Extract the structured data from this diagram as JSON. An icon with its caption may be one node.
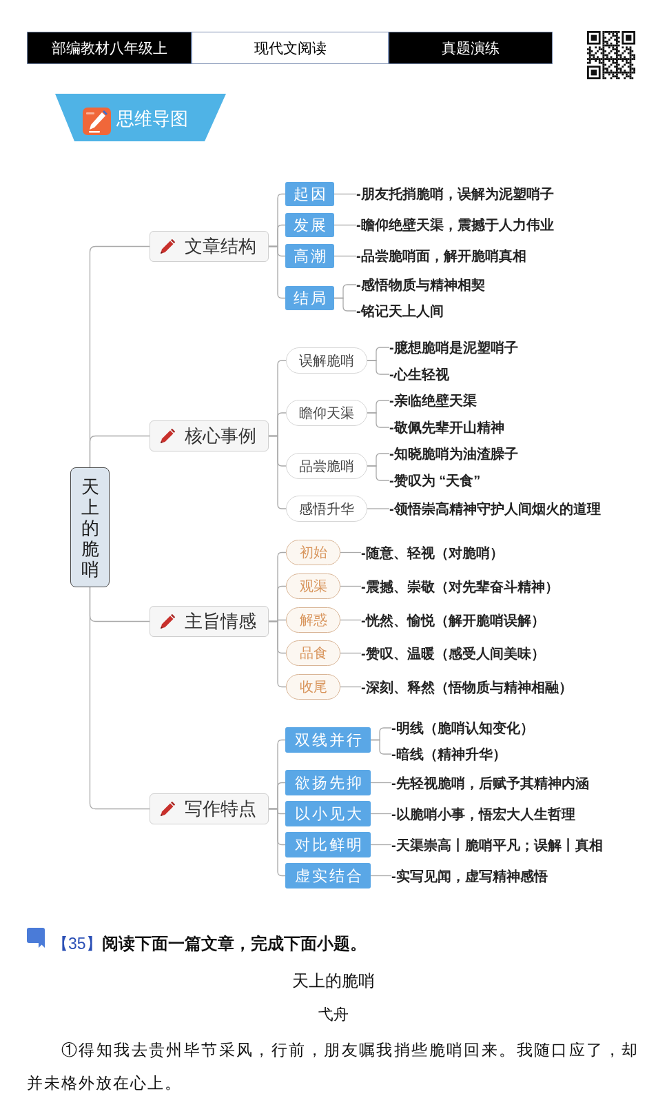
{
  "diagram": {
    "title": "思维导图",
    "nodes": [
      {
        "text": [
          "部编教材八年级上"
        ]
      },
      {
        "text": [
          "现代文阅读"
        ]
      },
      {
        "text": [
          "真题演练"
        ]
      },
      {
        "text": [
          "天上的脆哨"
        ]
      },
      {
        "text": [
          "文章结构"
        ]
      },
      {
        "text": [
          "起因"
        ]
      },
      {
        "text": [
          "-朋友托捎脆哨，误解为泥塑哨子"
        ]
      },
      {
        "text": [
          "发展"
        ]
      },
      {
        "text": [
          "-瞻仰绝壁天渠，震撼于人力伟业"
        ]
      },
      {
        "text": [
          "高潮"
        ]
      },
      {
        "text": [
          "-品尝脆哨面，解开脆哨真相"
        ]
      },
      {
        "text": [
          "结局"
        ]
      },
      {
        "text": [
          "-感悟物质与精神相契"
        ]
      },
      {
        "text": [
          "-铭记天上人间"
        ]
      },
      {
        "text": [
          "核心事例"
        ]
      },
      {
        "text": [
          "误解脆哨"
        ]
      },
      {
        "text": [
          "-臆想脆哨是泥塑哨子"
        ]
      },
      {
        "text": [
          "-心生轻视"
        ]
      },
      {
        "text": [
          "瞻仰天渠"
        ]
      },
      {
        "text": [
          "-亲临绝壁天渠"
        ]
      },
      {
        "text": [
          "-敬佩先辈开山精神"
        ]
      },
      {
        "text": [
          "品尝脆哨"
        ]
      },
      {
        "text": [
          "-知晓脆哨为油渣臊子"
        ]
      },
      {
        "text": [
          "-赞叹为 “天食”"
        ]
      },
      {
        "text": [
          "感悟升华"
        ]
      },
      {
        "text": [
          "-领悟崇高精神守护人间烟火的道理"
        ]
      },
      {
        "text": [
          "主旨情感"
        ]
      },
      {
        "text": [
          "初始"
        ]
      },
      {
        "text": [
          "-随意、轻视（对脆哨）"
        ]
      },
      {
        "text": [
          "观渠"
        ]
      },
      {
        "text": [
          "-震撼、崇敬（对先辈奋斗精神）"
        ]
      },
      {
        "text": [
          "解惑"
        ]
      },
      {
        "text": [
          "-恍然、愉悦（解开脆哨误解）"
        ]
      },
      {
        "text": [
          "品食"
        ]
      },
      {
        "text": [
          "-赞叹、温暖（感受人间美味）"
        ]
      },
      {
        "text": [
          "收尾"
        ]
      },
      {
        "text": [
          "-深刻、释然（悟物质与精神相融）"
        ]
      },
      {
        "text": [
          "写作特点"
        ]
      },
      {
        "text": [
          "双线并行"
        ]
      },
      {
        "text": [
          "-明线（脆哨认知变化）"
        ]
      },
      {
        "text": [
          "-暗线（精神升华）"
        ]
      },
      {
        "text": [
          "欲扬先抑"
        ]
      },
      {
        "text": [
          "-先轻视脆哨，后赋予其精神内涵"
        ]
      },
      {
        "text": [
          "以小见大"
        ]
      },
      {
        "text": [
          "-以脆哨小事，悟宏大人生哲理"
        ]
      },
      {
        "text": [
          "对比鲜明"
        ]
      },
      {
        "text": [
          "-天渠崇高丨脆哨平凡；误解丨真相"
        ]
      },
      {
        "text": [
          "虚实结合"
        ]
      },
      {
        "text": [
          "-实写见闻，虚写精神感悟"
        ]
      }
    ],
    "edges": [
      {
        "from": 3,
        "to": 4,
        "arrow": "none"
      },
      {
        "from": 3,
        "to": 14,
        "arrow": "none"
      },
      {
        "from": 3,
        "to": 26,
        "arrow": "none"
      },
      {
        "from": 3,
        "to": 37,
        "arrow": "none"
      },
      {
        "from": 4,
        "to": 5,
        "arrow": "none"
      },
      {
        "from": 5,
        "to": 6,
        "arrow": "none"
      },
      {
        "from": 4,
        "to": 7,
        "arrow": "none"
      },
      {
        "from": 7,
        "to": 8,
        "arrow": "none"
      },
      {
        "from": 4,
        "to": 9,
        "arrow": "none"
      },
      {
        "from": 9,
        "to": 10,
        "arrow": "none"
      },
      {
        "from": 4,
        "to": 11,
        "arrow": "none"
      },
      {
        "from": 11,
        "to": 12,
        "arrow": "none"
      },
      {
        "from": 11,
        "to": 13,
        "arrow": "none"
      },
      {
        "from": 14,
        "to": 15,
        "arrow": "none"
      },
      {
        "from": 15,
        "to": 16,
        "arrow": "none"
      },
      {
        "from": 15,
        "to": 17,
        "arrow": "none"
      },
      {
        "from": 14,
        "to": 18,
        "arrow": "none"
      },
      {
        "from": 18,
        "to": 19,
        "arrow": "none"
      },
      {
        "from": 18,
        "to": 20,
        "arrow": "none"
      },
      {
        "from": 14,
        "to": 21,
        "arrow": "none"
      },
      {
        "from": 21,
        "to": 22,
        "arrow": "none"
      },
      {
        "from": 21,
        "to": 23,
        "arrow": "none"
      },
      {
        "from": 14,
        "to": 24,
        "arrow": "none"
      },
      {
        "from": 24,
        "to": 25,
        "arrow": "none"
      },
      {
        "from": 26,
        "to": 27,
        "arrow": "none"
      },
      {
        "from": 27,
        "to": 28,
        "arrow": "none"
      },
      {
        "from": 26,
        "to": 29,
        "arrow": "none"
      },
      {
        "from": 29,
        "to": 30,
        "arrow": "none"
      },
      {
        "from": 26,
        "to": 31,
        "arrow": "none"
      },
      {
        "from": 31,
        "to": 32,
        "arrow": "none"
      },
      {
        "from": 26,
        "to": 33,
        "arrow": "none"
      },
      {
        "from": 33,
        "to": 34,
        "arrow": "none"
      },
      {
        "from": 26,
        "to": 35,
        "arrow": "none"
      },
      {
        "from": 35,
        "to": 36,
        "arrow": "none"
      },
      {
        "from": 37,
        "to": 38,
        "arrow": "none"
      },
      {
        "from": 38,
        "to": 39,
        "arrow": "none"
      },
      {
        "from": 38,
        "to": 40,
        "arrow": "none"
      },
      {
        "from": 37,
        "to": 41,
        "arrow": "none"
      },
      {
        "from": 41,
        "to": 42,
        "arrow": "none"
      },
      {
        "from": 37,
        "to": 43,
        "arrow": "none"
      },
      {
        "from": 43,
        "to": 44,
        "arrow": "none"
      },
      {
        "from": 37,
        "to": 45,
        "arrow": "none"
      },
      {
        "from": 45,
        "to": 46,
        "arrow": "none"
      },
      {
        "from": 37,
        "to": 47,
        "arrow": "none"
      },
      {
        "from": 47,
        "to": 48,
        "arrow": "none"
      }
    ],
    "labels": [
      "【35】",
      "阅读下面一篇文章，完成下面小题。",
      "天上的脆哨",
      "弋舟",
      "①得知我去贵州毕节采风，行前，朋友嘱我捎些脆哨回来。我随口应了，却并未格外放在心上。"
    ]
  }
}
